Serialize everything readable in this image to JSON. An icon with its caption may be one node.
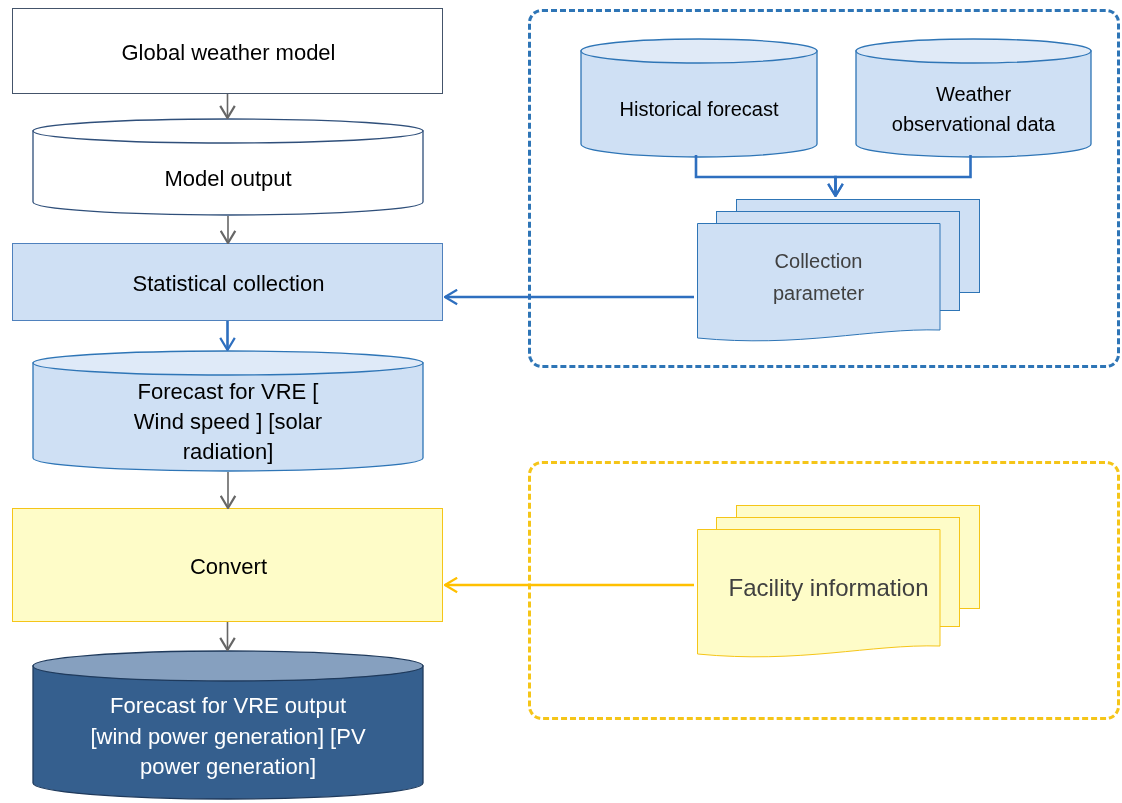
{
  "diagram": {
    "nodes": [
      {
        "text": [
          "Global weather model"
        ]
      },
      {
        "text": [
          "Model output"
        ]
      },
      {
        "text": [
          "Statistical collection"
        ]
      },
      {
        "text": [
          "Forecast for VRE [ Wind speed ] [solar radiation]"
        ]
      },
      {
        "text": [
          "Convert"
        ]
      },
      {
        "text": [
          "Forecast for VRE output [wind power generation] [PV power generation]"
        ]
      },
      {
        "text": [],
        "shape": "box"
      },
      {
        "text": [
          "Historical forecast"
        ],
        "in": 6
      },
      {
        "text": [
          "Weather observational data"
        ],
        "in": 6
      },
      {
        "text": [
          "Collection parameter"
        ],
        "in": 6
      },
      {
        "text": [],
        "shape": "box"
      },
      {
        "text": [
          "Facility information"
        ],
        "in": 10
      }
    ],
    "edges": [
      {
        "from": 0,
        "to": 1,
        "arrow": "to"
      },
      {
        "from": 1,
        "to": 2,
        "arrow": "to"
      },
      {
        "from": 2,
        "to": 3,
        "arrow": "to",
        "color": "#2e6fbf"
      },
      {
        "from": 3,
        "to": 4,
        "arrow": "to"
      },
      {
        "from": 4,
        "to": 5,
        "arrow": "to"
      },
      {
        "from": 7,
        "to": 9,
        "arrow": "to",
        "color": "#2e6fbf"
      },
      {
        "from": 8,
        "to": 9,
        "arrow": "to",
        "color": "#2e6fbf"
      },
      {
        "from": 9,
        "to": 2,
        "arrow": "to",
        "color": "#2e6fbf"
      },
      {
        "from": 11,
        "to": 4,
        "arrow": "to",
        "color": "#ffc000"
      }
    ]
  }
}
